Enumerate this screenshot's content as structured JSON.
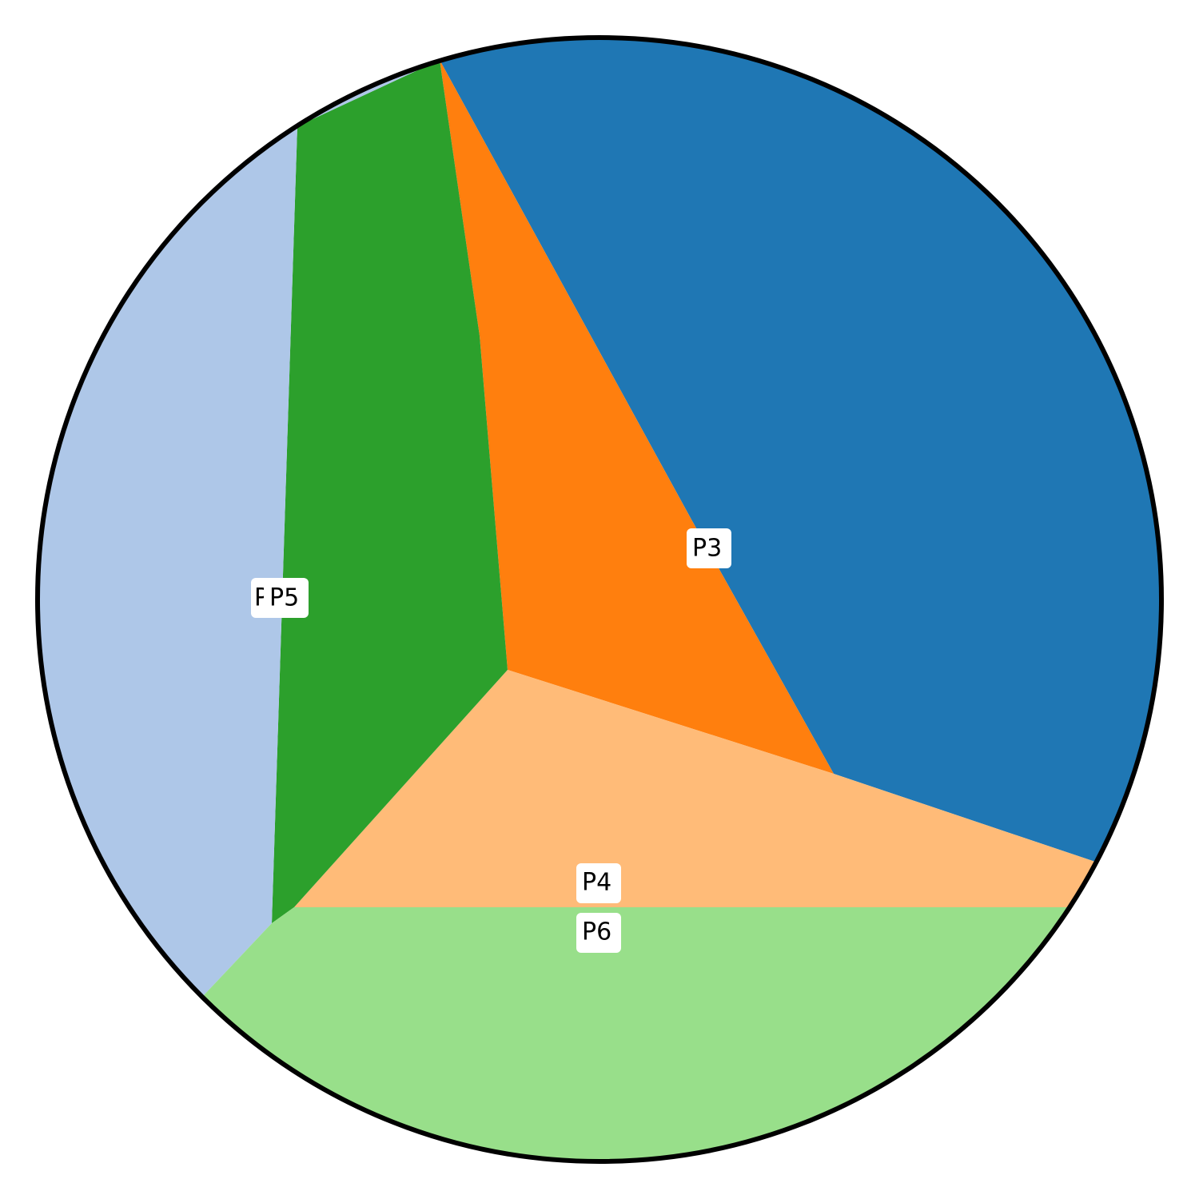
{
  "regions": [
    {
      "id": "blue",
      "color": "#1f77b4",
      "label": ""
    },
    {
      "id": "orange",
      "color": "#ff7f0e",
      "label": "P3"
    },
    {
      "id": "light-orange",
      "color": "#ffbb78",
      "label": "P4"
    },
    {
      "id": "green",
      "color": "#2ca02c",
      "label": "P5"
    },
    {
      "id": "light-blue",
      "color": "#aec7e8",
      "label": "P"
    },
    {
      "id": "light-green",
      "color": "#98df8a",
      "label": "P6"
    }
  ],
  "outline_color": "#000000"
}
